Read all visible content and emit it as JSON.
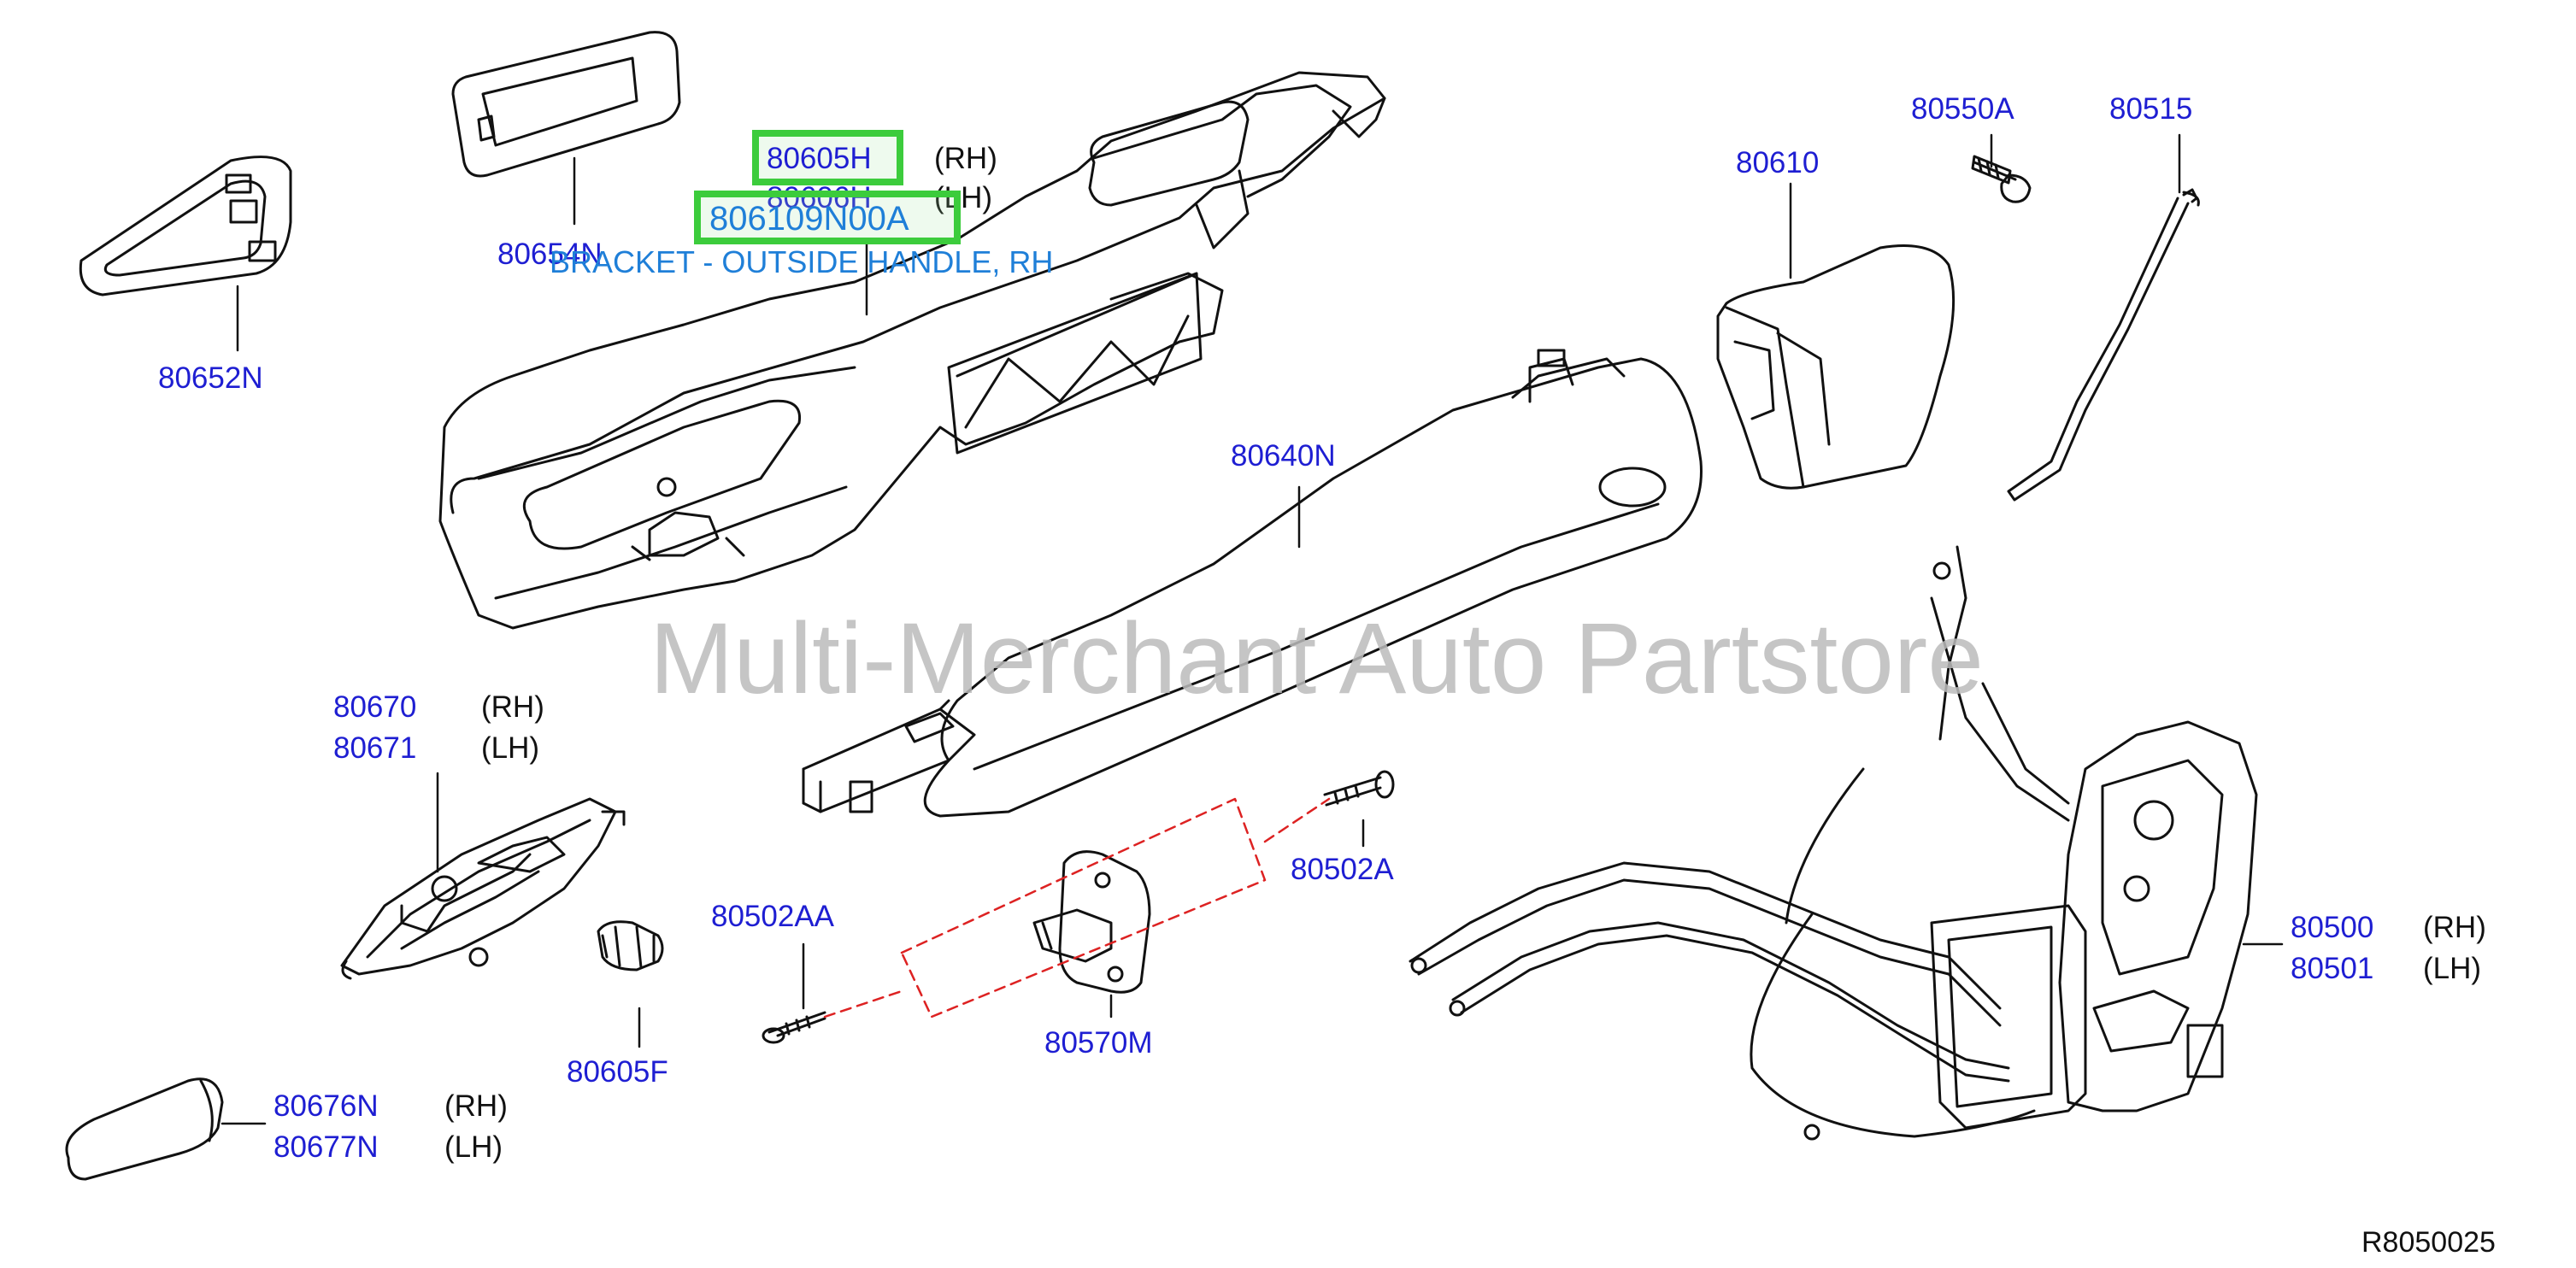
{
  "watermark": "Multi-Merchant Auto Partstore",
  "reference": "R8050025",
  "highlight_primary": "80605H",
  "highlight_part": "806109N00A",
  "highlight_description": "BRACKET - OUTSIDE HANDLE, RH",
  "colors": {
    "part_number": "#1e1ed2",
    "highlight": "#3ccc3c",
    "description": "#1f7fd8",
    "drawing": "#111111",
    "dashed": "#d22"
  },
  "callouts": {
    "p80652N": "80652N",
    "p80654N": "80654N",
    "p80606H": "80606H",
    "p80606H_side": "(LH)",
    "p80605H_side": "(RH)",
    "p80610": "80610",
    "p80550A": "80550A",
    "p80515": "80515",
    "p80640N": "80640N",
    "p80670": "80670",
    "p80670_side": "(RH)",
    "p80671": "80671",
    "p80671_side": "(LH)",
    "p80605F": "80605F",
    "p80676N": "80676N",
    "p80676N_side": "(RH)",
    "p80677N": "80677N",
    "p80677N_side": "(LH)",
    "p80502AA": "80502AA",
    "p80570M": "80570M",
    "p80502A": "80502A",
    "p80500": "80500",
    "p80500_side": "(RH)",
    "p80501": "80501",
    "p80501_side": "(LH)"
  }
}
